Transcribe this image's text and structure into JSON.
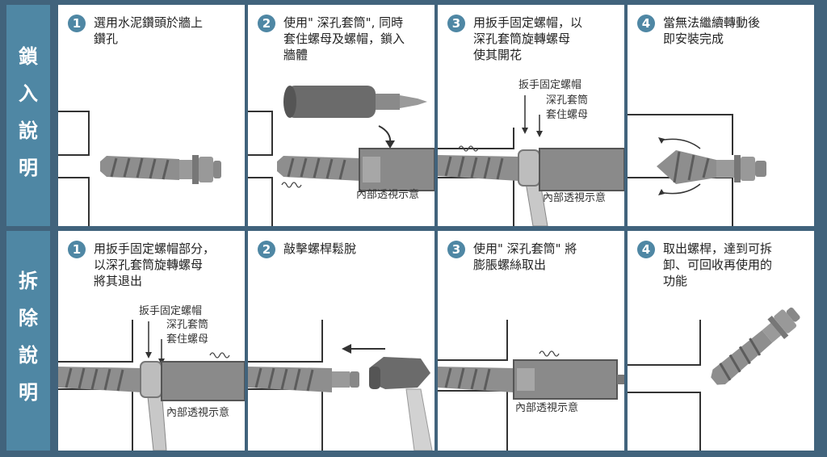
{
  "sections": {
    "install": {
      "title": [
        "鎖",
        "入",
        "說",
        "明"
      ]
    },
    "remove": {
      "title": [
        "拆",
        "除",
        "說",
        "明"
      ]
    }
  },
  "install_steps": [
    {
      "num": "1",
      "text": "選用水泥鑽頭於牆上\n鑽孔"
    },
    {
      "num": "2",
      "text": "使用\" 深孔套筒\", 同時\n套住螺母及螺帽，鎖入\n牆體"
    },
    {
      "num": "3",
      "text": "用扳手固定螺帽，以\n深孔套筒旋轉螺母\n使其開花"
    },
    {
      "num": "4",
      "text": "當無法繼續轉動後\n即安裝完成"
    }
  ],
  "remove_steps": [
    {
      "num": "1",
      "text": "用扳手固定螺帽部分，\n以深孔套筒旋轉螺母\n將其退出"
    },
    {
      "num": "2",
      "text": "敲擊螺桿鬆脫"
    },
    {
      "num": "3",
      "text": "使用\" 深孔套筒\" 將\n膨脹螺絲取出"
    },
    {
      "num": "4",
      "text": "取出螺桿，達到可拆\n卸、可回收再使用的\n功能"
    }
  ],
  "labels": {
    "inner_view": "內部透視示意",
    "wrench_fix_nut": "扳手固定螺帽",
    "socket_cover_nut": "深孔套筒\n套住螺母"
  },
  "colors": {
    "background": "#41637c",
    "sidebar": "#4f87a4",
    "panel": "#ffffff",
    "bolt": "#8e8e8e",
    "socket": "#6b6b6b"
  }
}
